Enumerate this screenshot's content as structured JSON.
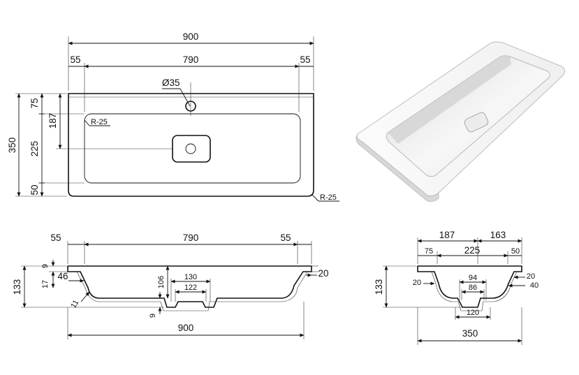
{
  "top_view": {
    "overall_width": "900",
    "inner_width": "790",
    "left_margin": "55",
    "right_margin": "55",
    "tap_hole": "Ø35",
    "overall_depth": "350",
    "depth_front": "75",
    "depth_to_drain": "187",
    "basin_depth": "225",
    "depth_back": "50",
    "inner_radius": "R-25",
    "outer_radius": "R-25"
  },
  "front_section": {
    "left_margin": "55",
    "inner_width": "790",
    "right_margin": "55",
    "overall_height": "133",
    "top_thickness": "9",
    "rim_height": "17",
    "rim_step": "46",
    "inner_radius": "11",
    "bowl_height": "106",
    "drain_outer": "130",
    "drain_inner": "122",
    "bottom_thickness": "9",
    "rim_right": "20",
    "overall_width": "900"
  },
  "side_section": {
    "front_width": "187",
    "back_width": "163",
    "front_margin": "75",
    "basin_depth": "225",
    "back_margin": "50",
    "overall_height": "133",
    "left_offset": "20",
    "right_offset_top": "20",
    "right_offset_bottom": "40",
    "drain_outer": "94",
    "drain_inner": "86",
    "drain_base": "120",
    "overall_depth": "350"
  },
  "colors": {
    "line": "#111111",
    "render_light": "#f4f4f4",
    "render_shadow": "#c8c8c8"
  }
}
